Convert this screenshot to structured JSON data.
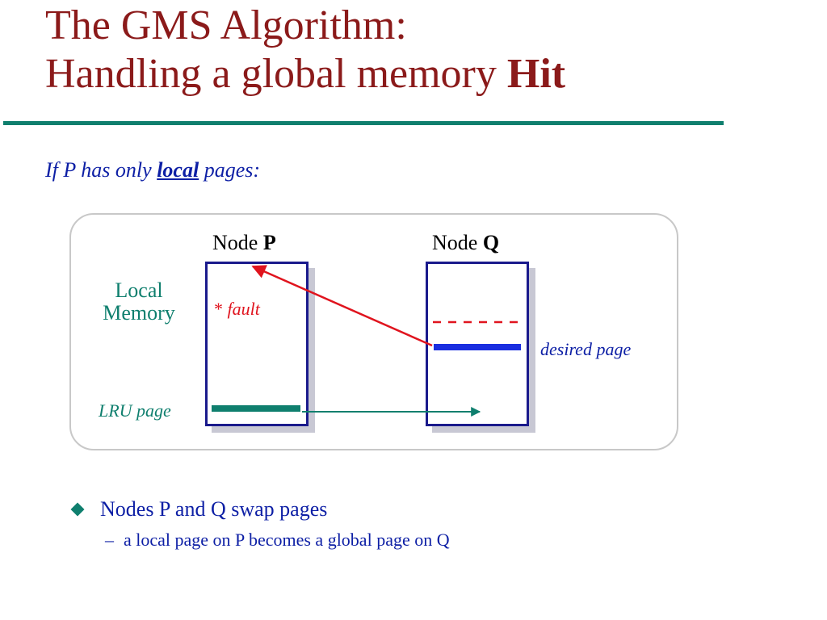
{
  "slide": {
    "title_line1": "The GMS Algorithm:",
    "title_line2_prefix": "Handling a global memory ",
    "title_line2_bold": "Hit",
    "subtitle_prefix": "If P has only ",
    "subtitle_emphasis": "local",
    "subtitle_suffix": " pages:"
  },
  "diagram": {
    "node_p_prefix": "Node ",
    "node_p_bold": "P",
    "node_q_prefix": "Node ",
    "node_q_bold": "Q",
    "local_memory_line1": "Local",
    "local_memory_line2": "Memory",
    "fault_star": "*",
    "fault_label": "fault",
    "desired_page_label": "desired page",
    "lru_page_label": "LRU page"
  },
  "bullets": {
    "main": "Nodes P and Q swap pages",
    "dash": "–",
    "sub": "a local page on P becomes a global page on Q"
  },
  "colors": {
    "title": "#8b1a1a",
    "accent_teal": "#0f7f6e",
    "text_blue": "#0d1fa5",
    "arrow_red": "#e0141e",
    "page_blue": "#1a2ee0",
    "box_border": "#1a1a8c"
  }
}
